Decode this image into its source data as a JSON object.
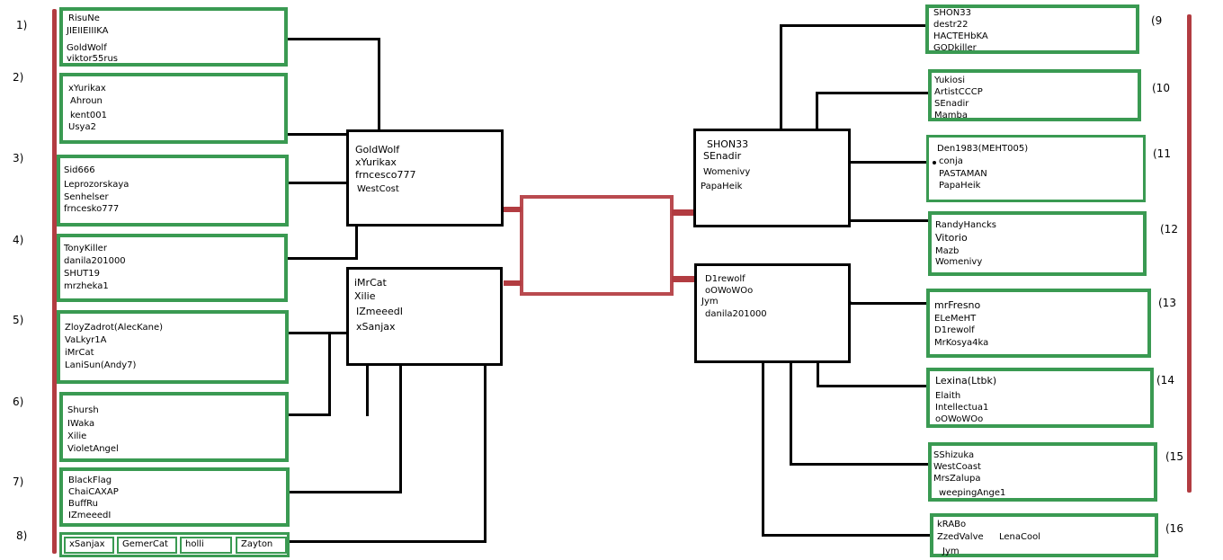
{
  "left_groups": [
    {
      "num": "1)",
      "players": [
        "RisuNe",
        "JIEIIEIIIKA",
        "GoldWolf",
        "viktor55rus"
      ]
    },
    {
      "num": "2)",
      "players": [
        "xYurikax",
        "Ahroun",
        "kent001",
        "Usya2"
      ]
    },
    {
      "num": "3)",
      "players": [
        "Sid666",
        "Leprozorskaya",
        "Senhelser",
        "frncesko777"
      ]
    },
    {
      "num": "4)",
      "players": [
        "TonyKiller",
        "danila201000",
        "SHUT19",
        "mrzheka1"
      ]
    },
    {
      "num": "5)",
      "players": [
        "ZloyZadrot(AlecKane)",
        "VaLkyr1A",
        "iMrCat",
        "LaniSun(Andy7)"
      ]
    },
    {
      "num": "6)",
      "players": [
        "Shursh",
        "IWaka",
        "Xilie",
        "VioletAngel"
      ]
    },
    {
      "num": "7)",
      "players": [
        "BlackFlag",
        "ChaiCAXAP",
        "BuffRu",
        "IZmeeedI"
      ]
    },
    {
      "num": "8)",
      "players": [
        "xSanjax",
        "GemerCat",
        "holli",
        "Zayton"
      ]
    }
  ],
  "right_groups": [
    {
      "num": "(9",
      "players": [
        "SHON33",
        "destr22",
        "HACTEHbKA",
        "GODkiller"
      ]
    },
    {
      "num": "(10",
      "players": [
        "Yukiosi",
        "ArtistCCCP",
        "SEnadir",
        "Mamba"
      ]
    },
    {
      "num": "(11",
      "players": [
        "Den1983(MEHT005)",
        "conja",
        "PASTAMAN",
        "PapaHeik"
      ]
    },
    {
      "num": "(12",
      "players": [
        "RandyHancks",
        "Vitorio",
        "Mazb",
        "Womenivy"
      ]
    },
    {
      "num": "(13",
      "players": [
        "mrFresno",
        "ELeMeHT",
        "D1rewolf",
        "MrKosya4ka"
      ]
    },
    {
      "num": "(14",
      "players": [
        "Lexina(Ltbk)",
        "Elaith",
        "Intellectua1",
        "oOWoWOo"
      ]
    },
    {
      "num": "(15",
      "players": [
        "SShizuka",
        "WestCoast",
        "MrsZalupa",
        "weepingAnge1"
      ]
    },
    {
      "num": "(16",
      "players": [
        "kRABo",
        "ZzedValve",
        "LenaCool",
        "Jym"
      ]
    }
  ],
  "semis": {
    "left_top": [
      "GoldWolf",
      "xYurikax",
      "frncesco777",
      "WestCost"
    ],
    "left_bottom": [
      "iMrCat",
      "Xilie",
      "IZmeeedI",
      "xSanjax"
    ],
    "right_top": [
      "SHON33",
      "SEnadir",
      "Womenivy",
      "PapaHeik"
    ],
    "right_bottom": [
      "D1rewolf",
      "oOWoWOo",
      "Jym",
      "danila201000"
    ]
  },
  "colors": {
    "group_border": "#3a9a52",
    "final_border": "#b94a4f",
    "side_rule": "#b23c41"
  }
}
